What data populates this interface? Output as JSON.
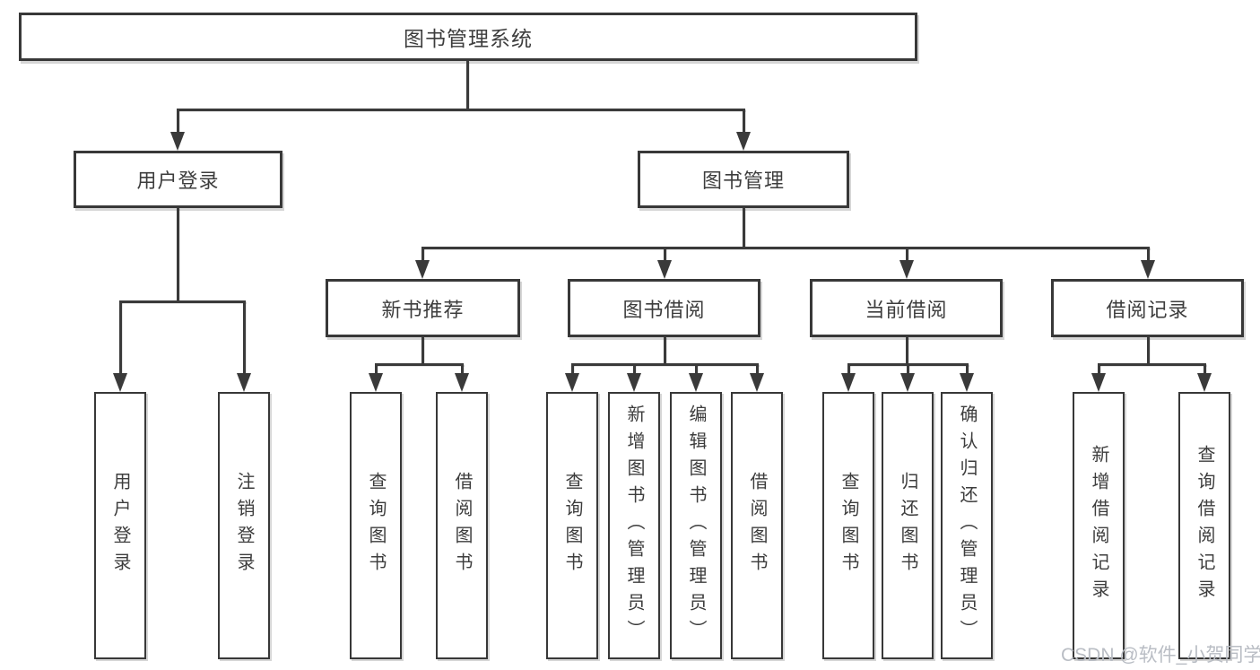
{
  "tree": {
    "root": "图书管理系统",
    "branches": [
      {
        "label": "用户登录",
        "children": [
          "用户登录",
          "注销登录"
        ]
      },
      {
        "label": "图书管理",
        "groups": [
          {
            "label": "新书推荐",
            "children": [
              "查询图书",
              "借阅图书"
            ]
          },
          {
            "label": "图书借阅",
            "children": [
              "查询图书",
              "新增图书（管理员）",
              "编辑图书（管理员）",
              "借阅图书"
            ]
          },
          {
            "label": "当前借阅",
            "children": [
              "查询图书",
              "归还图书",
              "确认归还（管理员）"
            ]
          },
          {
            "label": "借阅记录",
            "children": [
              "新增借阅记录",
              "查询借阅记录"
            ]
          }
        ]
      }
    ]
  },
  "watermark": {
    "text": "CSDN @软件_小贺同学"
  },
  "colors": {
    "line": "#3a3a3a",
    "border": "#383838",
    "text": "#3d3d3d",
    "watermark": "#b9bdc4",
    "background": "#ffffff"
  }
}
